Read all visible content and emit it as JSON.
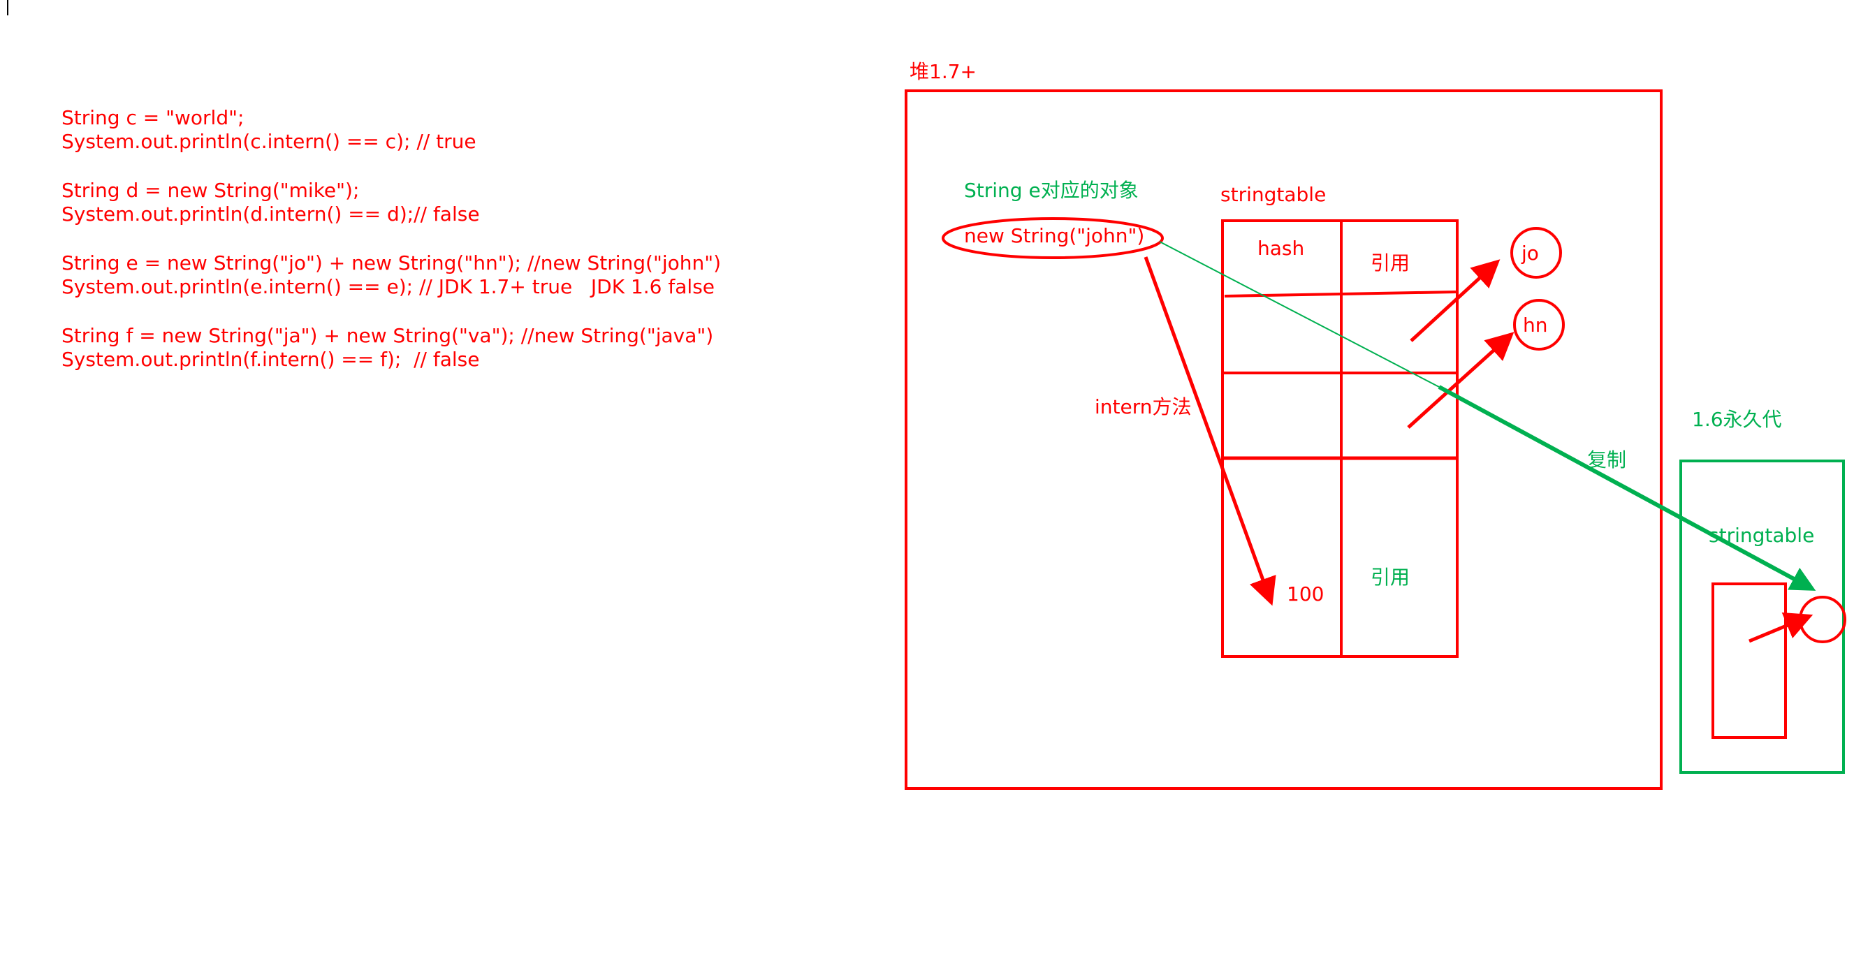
{
  "code": [
    [
      "String c = \"world\";",
      "System.out.println(c.intern() == c); // true"
    ],
    [
      "String d = new String(\"mike\");",
      "System.out.println(d.intern() == d);// false"
    ],
    [
      "String e = new String(\"jo\") + new String(\"hn\"); //new String(\"john\")",
      "System.out.println(e.intern() == e); // JDK 1.7+ true   JDK 1.6 false"
    ],
    [
      "String f = new String(\"ja\") + new String(\"va\"); //new String(\"java\")",
      "System.out.println(f.intern() == f);  // false"
    ]
  ],
  "heap": {
    "label": "堆1.7+",
    "object_caption": "String e对应的对象",
    "object_value": "new String(\"john\")",
    "stringtable_label": "stringtable",
    "col_hash": "hash",
    "col_ref": "引用",
    "ref_lower": "引用",
    "value_100": "100",
    "intern_label": "intern方法",
    "node_jo": "jo",
    "node_hn": "hn"
  },
  "permgen": {
    "label": "1.6永久代",
    "stringtable_label": "stringtable",
    "copy_label": "复制"
  },
  "colors": {
    "red": "#ff0000",
    "green": "#00b050"
  }
}
